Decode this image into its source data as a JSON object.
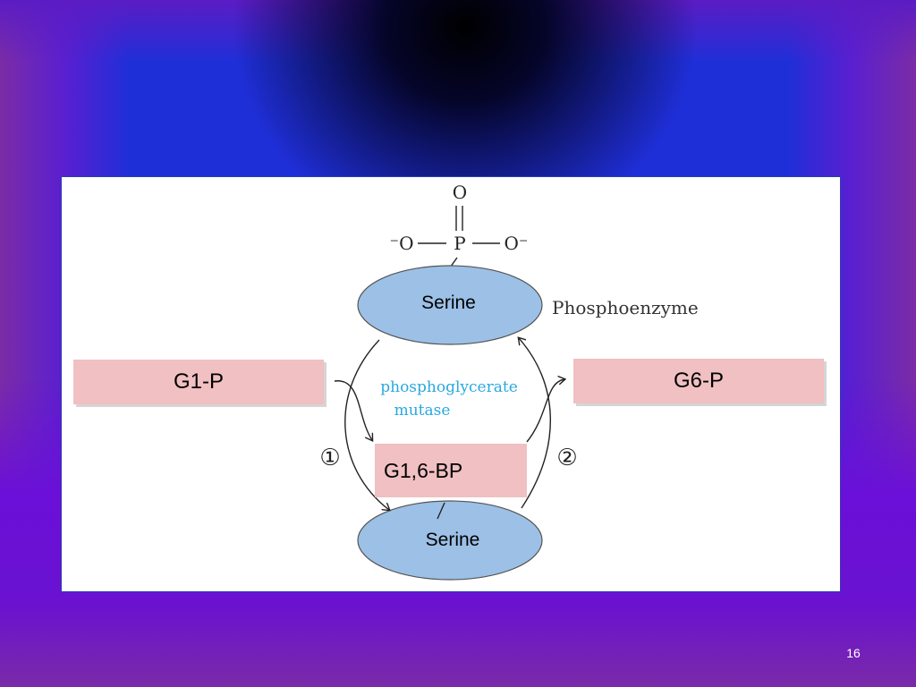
{
  "diagram": {
    "phosphate": {
      "top_oxygen": "O",
      "phosphorus": "P",
      "left_oxygen": "⁻O",
      "right_oxygen": "O⁻"
    },
    "phosphoenzyme_label": "Phosphoenzyme",
    "serine_top": "Serine",
    "serine_bottom": "Serine",
    "enzyme_name_line1": "phosphoglycerate",
    "enzyme_name_line2": "mutase",
    "substrate": "G1-P",
    "product": "G6-P",
    "intermediate": "G1,6-BP",
    "step1": "①",
    "step2": "②"
  },
  "colors": {
    "enzyme_fill": "#9cc0e6",
    "label_fill": "#f0c0c2",
    "enzyme_name": "#2aa8e0"
  },
  "page_number": "16"
}
